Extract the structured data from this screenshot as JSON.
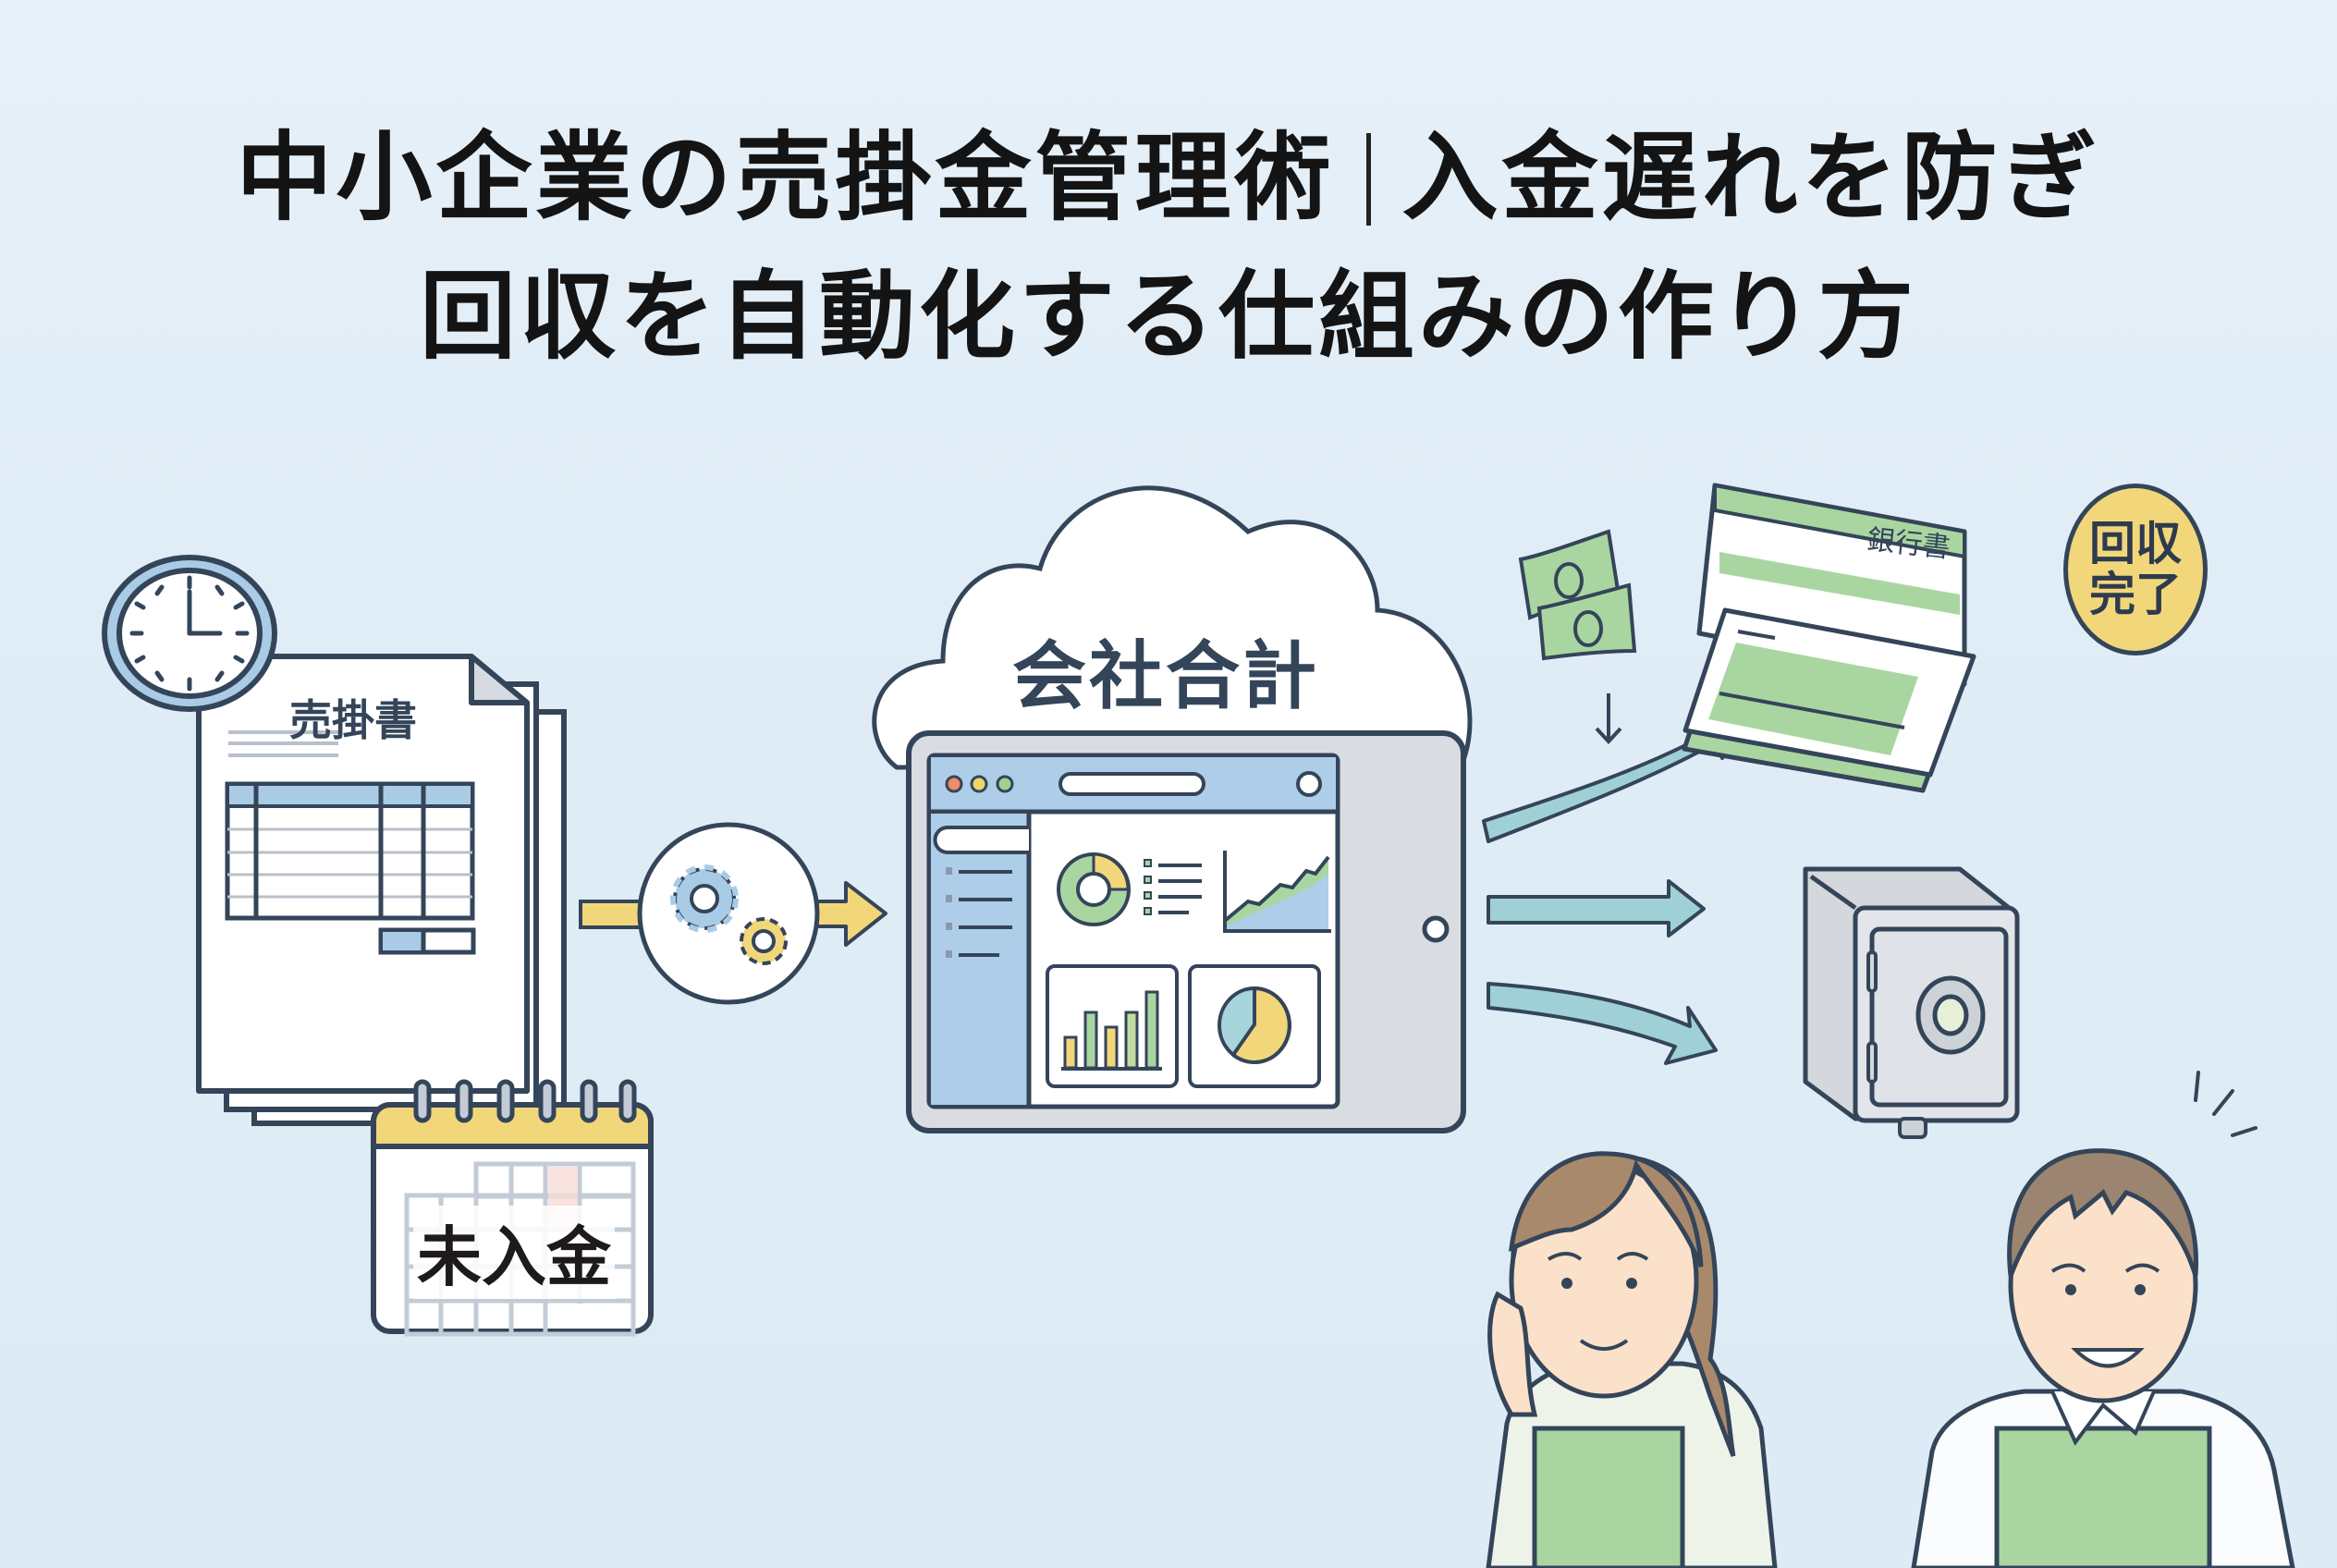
{
  "title": {
    "line1_part1": "中小企業の売掛金管理術",
    "line1_part2": "入金遅れを防ぎ",
    "line2": "回収を自動化する仕組みの作り方"
  },
  "left": {
    "invoice_label": "売掛書",
    "calendar_label": "未入金",
    "clock_time": "3:00"
  },
  "center": {
    "cloud_label": "会社合計",
    "dashboard": {
      "window_dots": [
        "#ef8a6b",
        "#f0d46a",
        "#9fd08f"
      ],
      "sidebar_items": 4,
      "donut": {
        "segments": [
          {
            "color": "#f2d77a",
            "value": 30
          },
          {
            "color": "#a9d6a0",
            "value": 70
          }
        ]
      },
      "legend_items": 4,
      "bar_values": [
        35,
        70,
        55,
        70,
        95
      ],
      "bar_colors": [
        "#f2d77a",
        "#a9d6a0",
        "#f2d77a",
        "#c2dca0",
        "#a9d6a0"
      ],
      "pie": {
        "segments": [
          {
            "color": "#f2d77a",
            "value": 62
          },
          {
            "color": "#a8d4dc",
            "value": 38
          }
        ]
      }
    }
  },
  "right": {
    "bankbook_label": "銀行書",
    "badge_line1": "回収",
    "badge_line2": "完了"
  },
  "colors": {
    "background": "#e2eef7",
    "outline": "#34455a",
    "accent_yellow": "#f2d77a",
    "accent_green": "#a9d6a0",
    "accent_blue": "#aecde8",
    "arrow_teal": "#9fd0d6",
    "text_dark": "#141414"
  }
}
